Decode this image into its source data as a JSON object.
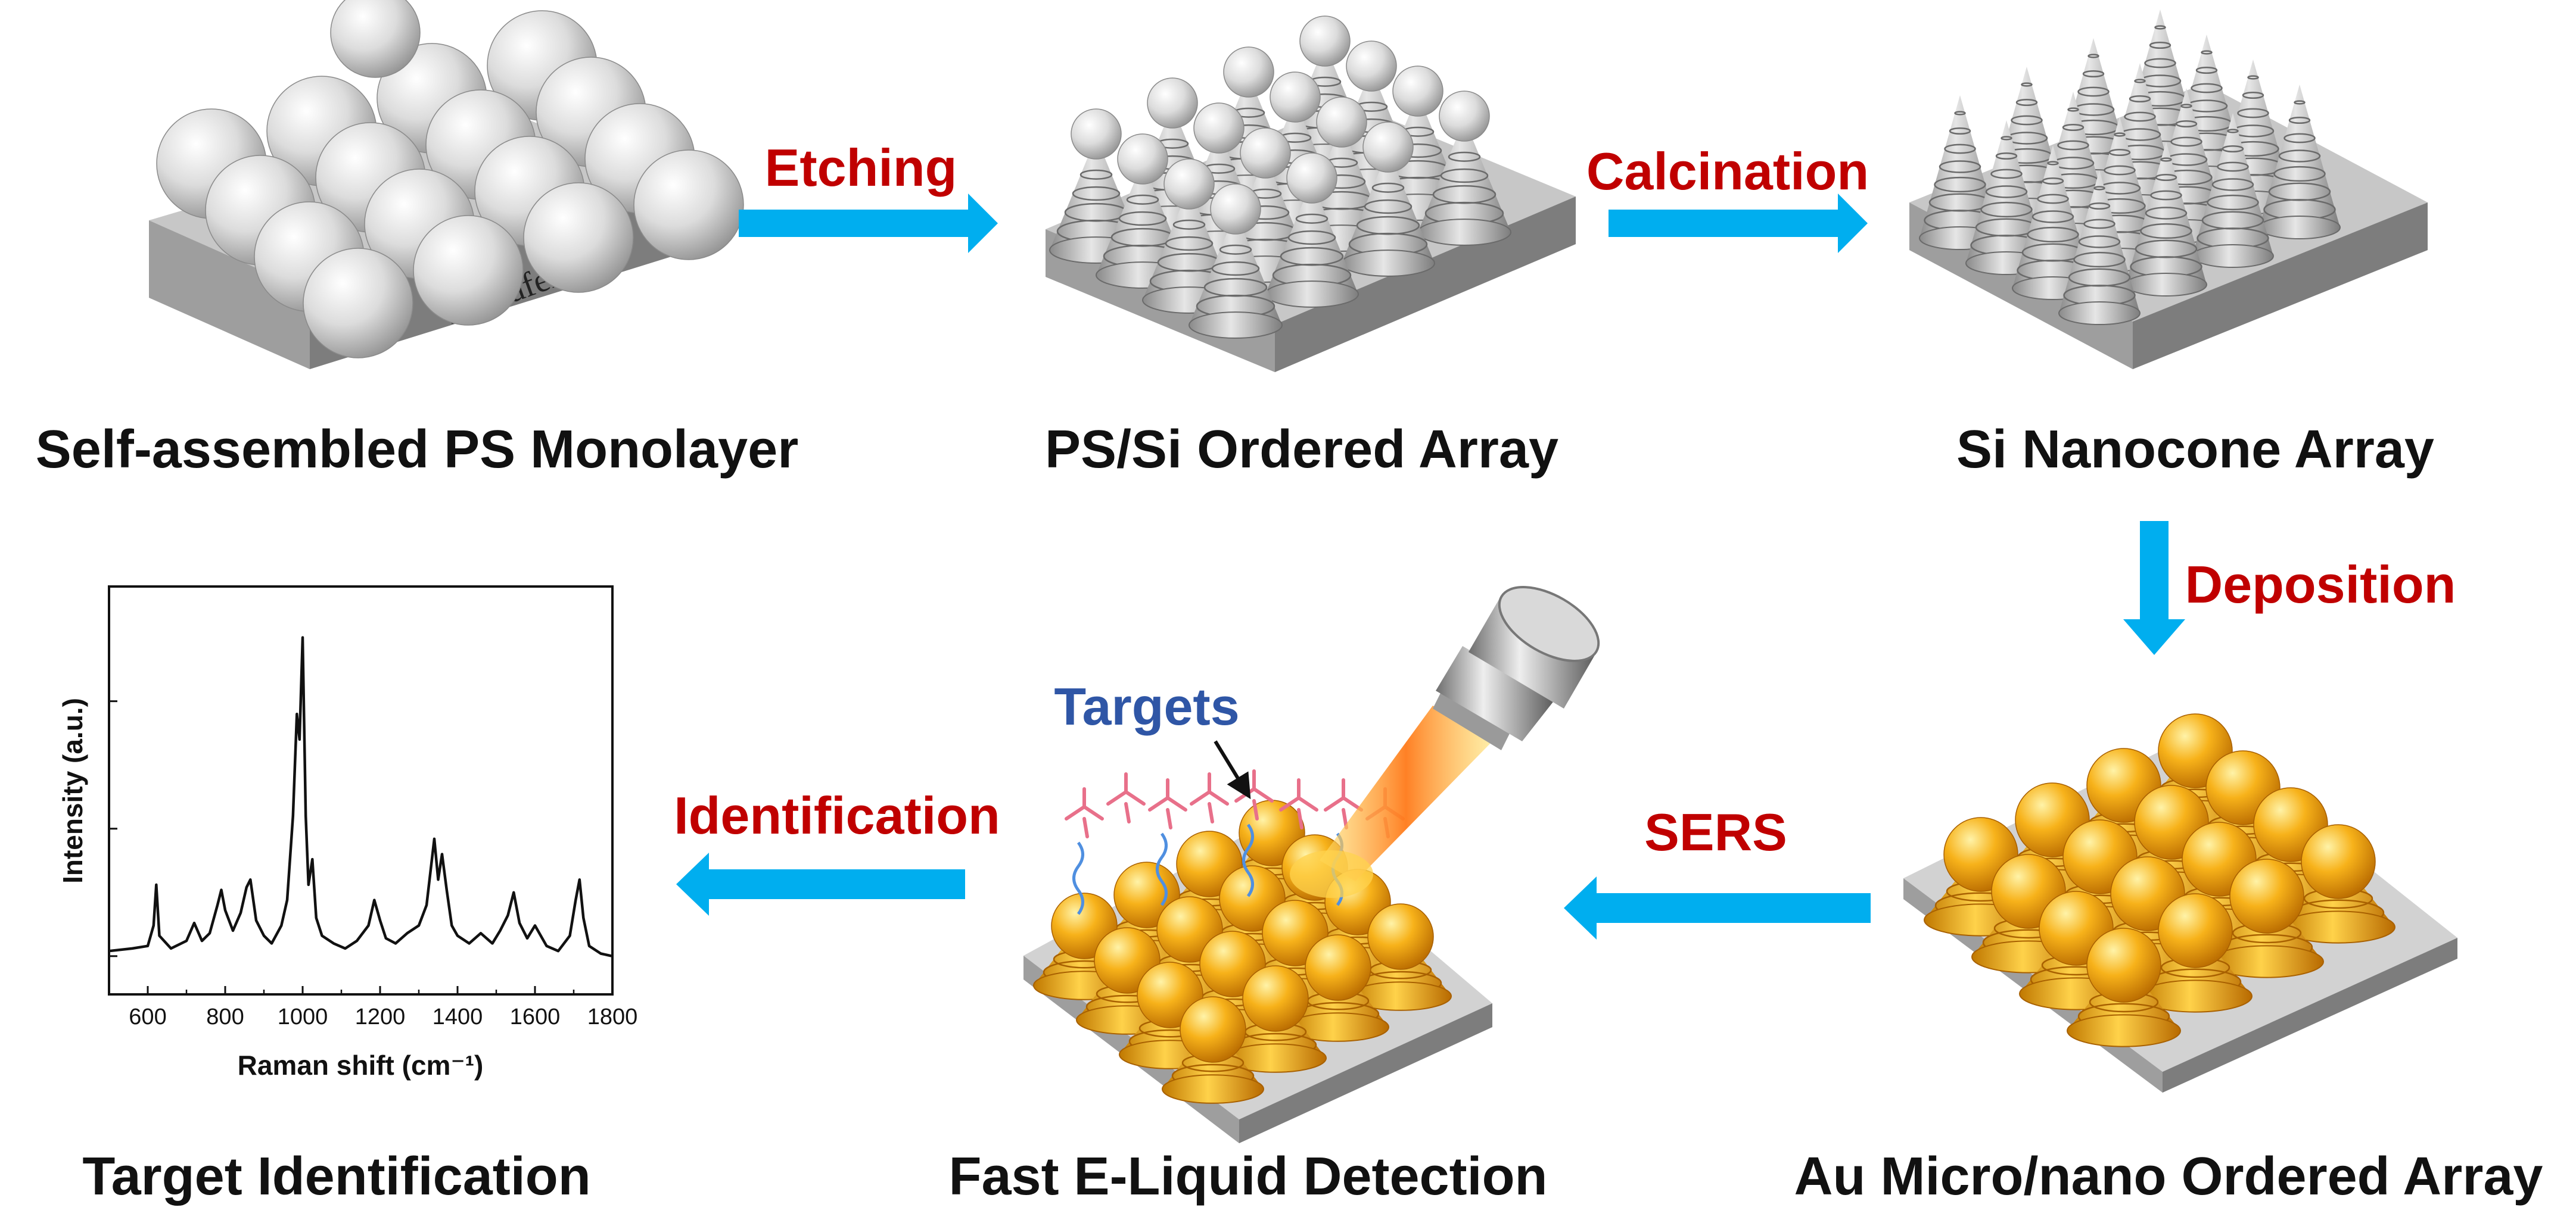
{
  "colors": {
    "arrow": "#00aeef",
    "step_label": "#c00000",
    "targets_label": "#2f56a6",
    "gold": "#f2a60f",
    "silicon": "#b9b9b9"
  },
  "stages": {
    "ps_monolayer": "Self-assembled PS Monolayer",
    "ps_si_array": "PS/Si Ordered Array",
    "si_nanocone": "Si Nanocone Array",
    "au_array": "Au Micro/nano Ordered Array",
    "detection": "Fast E-Liquid Detection",
    "identification": "Target Identification"
  },
  "steps": {
    "etching": "Etching",
    "calcination": "Calcination",
    "deposition": "Deposition",
    "sers": "SERS",
    "identification": "Identification"
  },
  "labels": {
    "wafer": "Si Wafer",
    "targets": "Targets"
  },
  "chart_data": {
    "type": "line",
    "xlabel": "Raman shift (cm⁻¹)",
    "ylabel": "Intensity (a.u.)",
    "xlim": [
      500,
      1800
    ],
    "xticks": [
      "600",
      "800",
      "1000",
      "1200",
      "1400",
      "1600",
      "1800"
    ],
    "xtick_values": [
      600,
      800,
      1000,
      1200,
      1400,
      1600,
      1800
    ],
    "series": [
      {
        "x": [
          500,
          560,
          600,
          615,
          622,
          630,
          660,
          700,
          720,
          740,
          760,
          780,
          790,
          800,
          820,
          840,
          855,
          865,
          880,
          900,
          920,
          945,
          960,
          975,
          985,
          992,
          1000,
          1008,
          1015,
          1025,
          1035,
          1050,
          1080,
          1110,
          1140,
          1170,
          1185,
          1200,
          1215,
          1240,
          1270,
          1300,
          1320,
          1340,
          1350,
          1360,
          1372,
          1385,
          1400,
          1430,
          1460,
          1490,
          1510,
          1530,
          1545,
          1560,
          1580,
          1600,
          1630,
          1660,
          1690,
          1705,
          1715,
          1725,
          1740,
          1770,
          1800
        ],
        "y": [
          0.02,
          0.03,
          0.04,
          0.12,
          0.28,
          0.08,
          0.03,
          0.06,
          0.13,
          0.06,
          0.09,
          0.2,
          0.26,
          0.18,
          0.1,
          0.17,
          0.27,
          0.3,
          0.14,
          0.08,
          0.05,
          0.12,
          0.22,
          0.55,
          0.95,
          0.85,
          1.25,
          0.55,
          0.28,
          0.38,
          0.15,
          0.08,
          0.05,
          0.03,
          0.06,
          0.12,
          0.22,
          0.14,
          0.07,
          0.05,
          0.09,
          0.12,
          0.2,
          0.46,
          0.3,
          0.4,
          0.26,
          0.12,
          0.08,
          0.05,
          0.09,
          0.05,
          0.1,
          0.16,
          0.25,
          0.13,
          0.07,
          0.12,
          0.04,
          0.02,
          0.08,
          0.22,
          0.3,
          0.15,
          0.04,
          0.01,
          0.0
        ]
      }
    ],
    "ylim": [
      -0.15,
      1.45
    ],
    "yticks": [
      0,
      0.5,
      1.0
    ]
  }
}
